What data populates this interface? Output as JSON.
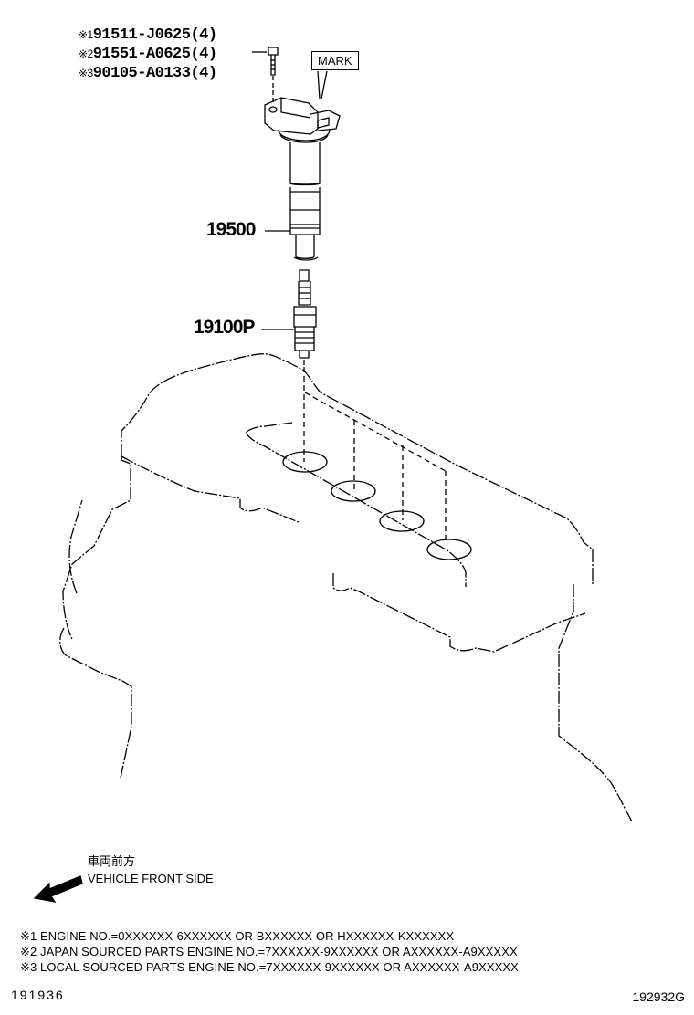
{
  "diagram": {
    "type": "exploded parts diagram",
    "subject": "Ignition coil and spark plug on engine cylinder head"
  },
  "part_notes": [
    {
      "marker": "※1",
      "part_number": "91511-J0625",
      "qty": "(4)"
    },
    {
      "marker": "※2",
      "part_number": "91551-A0625",
      "qty": "(4)"
    },
    {
      "marker": "※3",
      "part_number": "90105-A0133",
      "qty": "(4)"
    }
  ],
  "callouts": {
    "mark_label": "MARK",
    "ignition_coil": "19500",
    "spark_plug": "19100P"
  },
  "direction": {
    "japanese": "車両前方",
    "english": "VEHICLE FRONT SIDE",
    "arrow_icon": "left-down-arrow"
  },
  "footnotes": [
    "※1 ENGINE NO.=0XXXXXX-6XXXXXX OR BXXXXXX OR HXXXXXX-KXXXXXX",
    "※2 JAPAN SOURCED PARTS ENGINE NO.=7XXXXXX-9XXXXXX OR AXXXXXX-A9XXXXX",
    "※3 LOCAL SOURCED PARTS ENGINE NO.=7XXXXXX-9XXXXXX OR AXXXXXX-A9XXXXX"
  ],
  "footer": {
    "left_code": "191936",
    "right_code": "192932G"
  }
}
